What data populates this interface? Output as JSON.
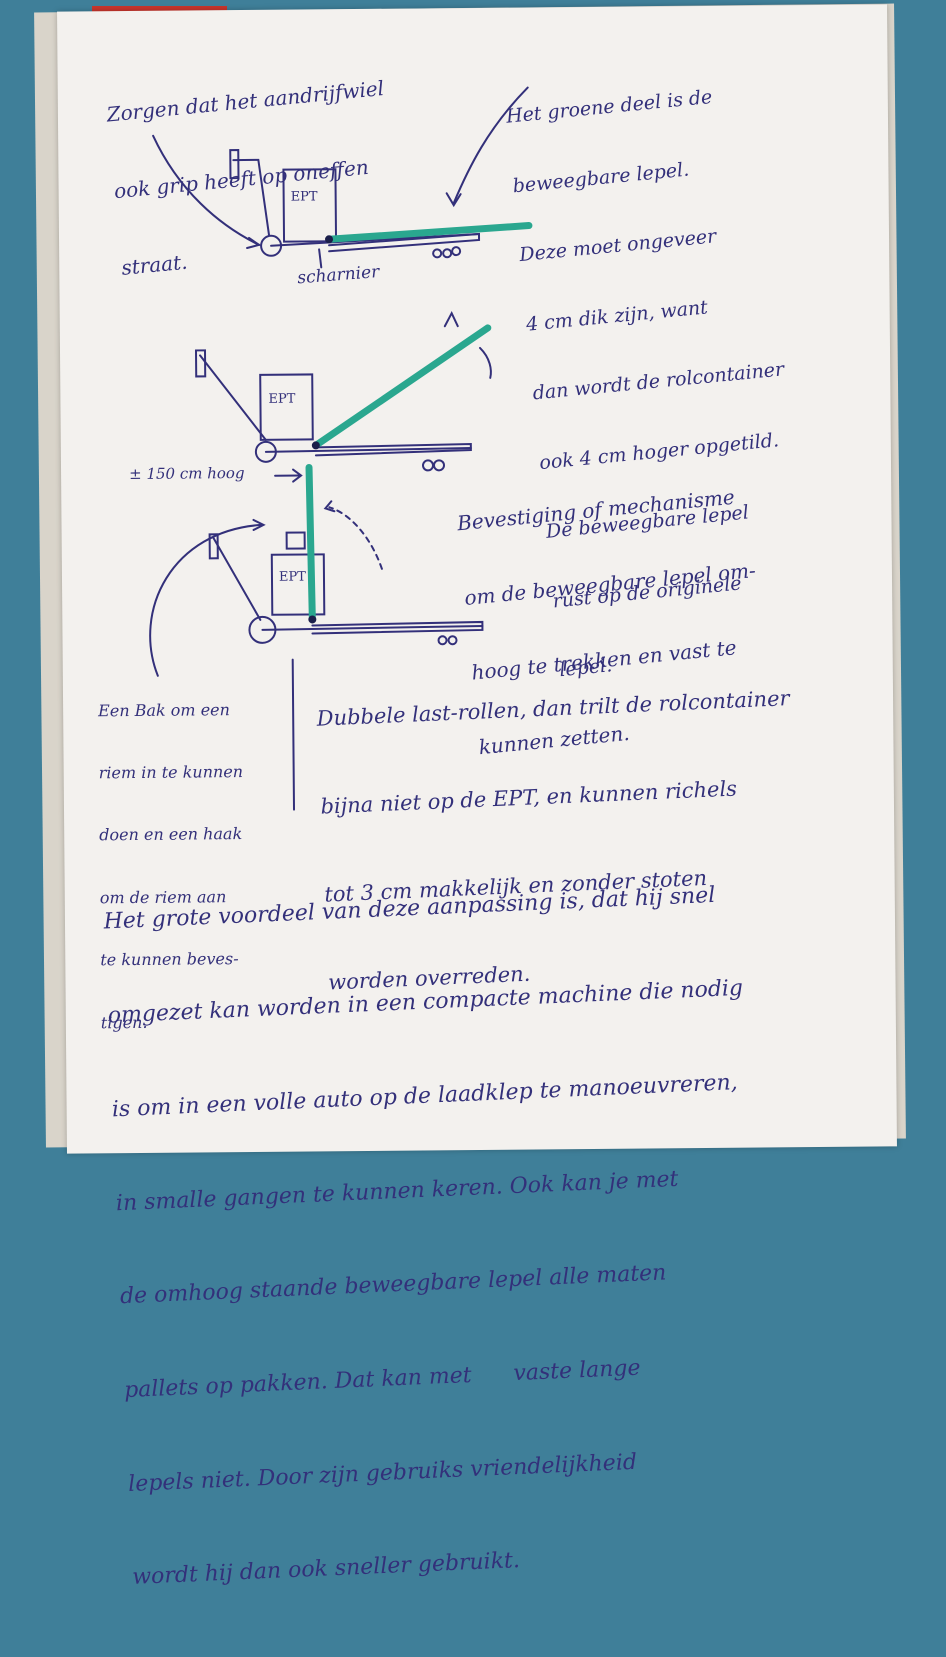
{
  "note_top_left": {
    "lines": [
      "Zorgen dat het aandrijfwiel",
      "ook grip heeft op oneffen",
      "straat."
    ]
  },
  "note_top_right": {
    "lines": [
      "Het groene deel is de",
      "beweegbare lepel.",
      "Deze moet ongeveer",
      "4 cm dik zijn, want",
      "dan wordt de rolcontainer",
      "ook 4 cm hoger opgetild.",
      "De beweegbare lepel",
      "rust op de originele",
      "lepel."
    ]
  },
  "label_scharnier": "scharnier",
  "label_ept": "EPT",
  "label_height": "± 150 cm hoog",
  "note_mechanism": {
    "lines": [
      "Bevestiging of mechanisme",
      "om de beweegbare lepel om-",
      "hoog te trekken en vast te",
      "kunnen zetten."
    ]
  },
  "note_bak": {
    "lines": [
      "Een Bak om een",
      "riem in te kunnen",
      "doen en een haak",
      "om de riem aan",
      "te kunnen beves-",
      "tigen."
    ]
  },
  "note_rollers": {
    "lines": [
      "Dubbele last-rollen, dan trilt de rolcontainer",
      "bijna niet op de EPT, en kunnen richels",
      "tot 3 cm makkelijk en zonder stoten",
      "worden overreden."
    ]
  },
  "note_summary": {
    "lines": [
      "Het grote voordeel van deze aanpassing is, dat hij snel",
      "omgezet kan worden in een compacte machine die nodig",
      "is om in een volle auto op de laadklep te manoeuvreren,",
      "in smalle gangen te kunnen keren. Ook kan je met",
      "de omhoog staande beweegbare lepel alle maten",
      "pallets op pakken. Dat kan met      vaste lange",
      "lepels niet. Door zijn gebruiks vriendelijkheid",
      "wordt hij dan ook sneller gebruikt."
    ]
  },
  "colors": {
    "ink": "#33307a",
    "lepel": "#2aa78f",
    "paper": "#f3f1ee",
    "background": "#3f7f99"
  }
}
